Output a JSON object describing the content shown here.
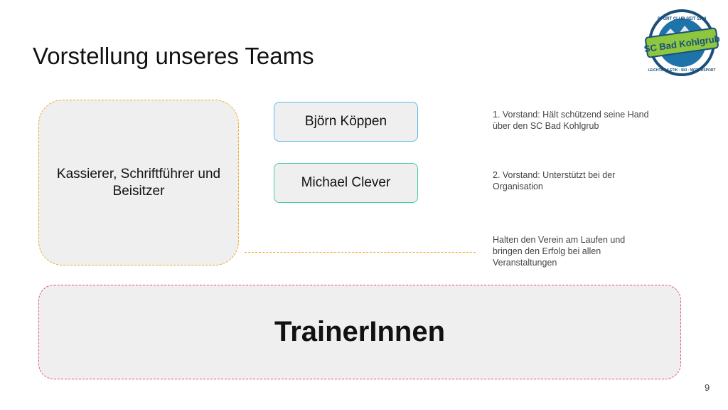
{
  "slide": {
    "title": "Vorstellung unseres Teams",
    "page_number": "9"
  },
  "logo": {
    "name": "SC Bad Kohlgrub",
    "top_text": "SPORT CLUB SEIT 1908",
    "bottom_text": "LEICHTATHLETIK · SKI · MOTORSPORT",
    "colors": {
      "green": "#8dc63f",
      "blue": "#1e73a8",
      "ring": "#1b4f7a"
    }
  },
  "left_box": {
    "label": "Kassierer, Schriftführer und Beisitzer"
  },
  "people": [
    {
      "name": "Björn Köppen",
      "description": "1. Vorstand: Hält schützend seine Hand über den SC Bad Kohlgrub"
    },
    {
      "name": "Michael Clever",
      "description": "2. Vorstand: Unterstützt bei der Organisation"
    }
  ],
  "left_box_description": "Halten den Verein am Laufen und bringen den Erfolg bei allen Veranstaltungen",
  "bottom_box": {
    "label": "TrainerInnen"
  },
  "colors": {
    "orange_dash": "#f5a623",
    "blue_border": "#5bbcf0",
    "green_border": "#44d09a",
    "pink_dash": "#e84a9a",
    "box_fill": "#efefef"
  }
}
